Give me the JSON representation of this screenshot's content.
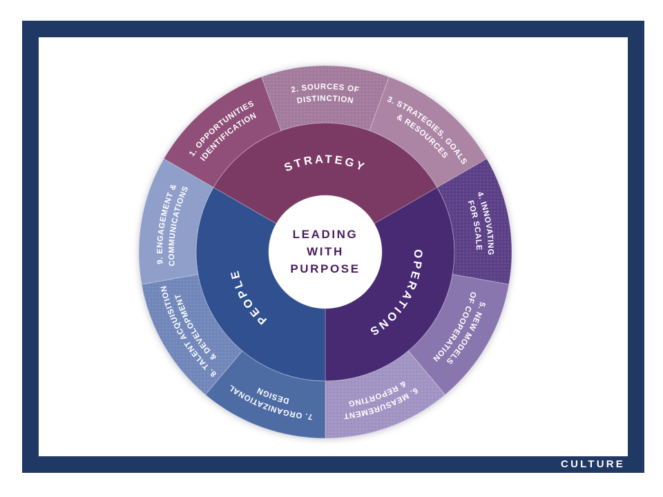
{
  "frame": {
    "color": "#203864",
    "culture_label": "CULTURE"
  },
  "center": {
    "lines": [
      "LEADING",
      "WITH",
      "PURPOSE"
    ],
    "text_color": "#4a1c5c",
    "bg_color": "#ffffff"
  },
  "wheel": {
    "inner_ring": [
      {
        "label": "STRATEGY",
        "color": "#7b3a64",
        "start_deg": -60,
        "end_deg": 60
      },
      {
        "label": "OPERATIONS",
        "color": "#472a72",
        "start_deg": 60,
        "end_deg": 180
      },
      {
        "label": "PEOPLE",
        "color": "#30508f",
        "start_deg": 180,
        "end_deg": 300
      }
    ],
    "outer_ring": [
      {
        "lines": [
          "1. OPPORTUNITIES",
          "IDENTIFICATION"
        ],
        "color": "#8f4f78",
        "dotted": false,
        "start_deg": -60,
        "end_deg": -20
      },
      {
        "lines": [
          "2. SOURCES OF",
          "DISTINCTION"
        ],
        "color": "#a47c9e",
        "dotted": true,
        "start_deg": -20,
        "end_deg": 20
      },
      {
        "lines": [
          "3. STRATEGIES, GOALS",
          "& RESOURCES"
        ],
        "color": "#ac85a5",
        "dotted": false,
        "start_deg": 20,
        "end_deg": 60
      },
      {
        "lines": [
          "4. INNOVATING",
          "FOR SCALE"
        ],
        "color": "#5d4188",
        "dotted": true,
        "start_deg": 60,
        "end_deg": 100
      },
      {
        "lines": [
          "5. NEW MODELS",
          "OF COOPERATION"
        ],
        "color": "#8a76ae",
        "dotted": false,
        "start_deg": 100,
        "end_deg": 140
      },
      {
        "lines": [
          "6. MEASUREMENT",
          "& REPORTING"
        ],
        "color": "#a294c4",
        "dotted": true,
        "start_deg": 140,
        "end_deg": 180
      },
      {
        "lines": [
          "7. ORGANIZATIONAL",
          "DESIGN"
        ],
        "color": "#4e6ca4",
        "dotted": false,
        "start_deg": 180,
        "end_deg": 220
      },
      {
        "lines": [
          "8. TALENT ACQUISITION",
          "& DEVELOPMENT"
        ],
        "color": "#7288bb",
        "dotted": true,
        "start_deg": 220,
        "end_deg": 260
      },
      {
        "lines": [
          "9. ENGAGEMENT &",
          "COMMUNICATIONS"
        ],
        "color": "#8f9fca",
        "dotted": false,
        "start_deg": 260,
        "end_deg": 300
      }
    ]
  }
}
